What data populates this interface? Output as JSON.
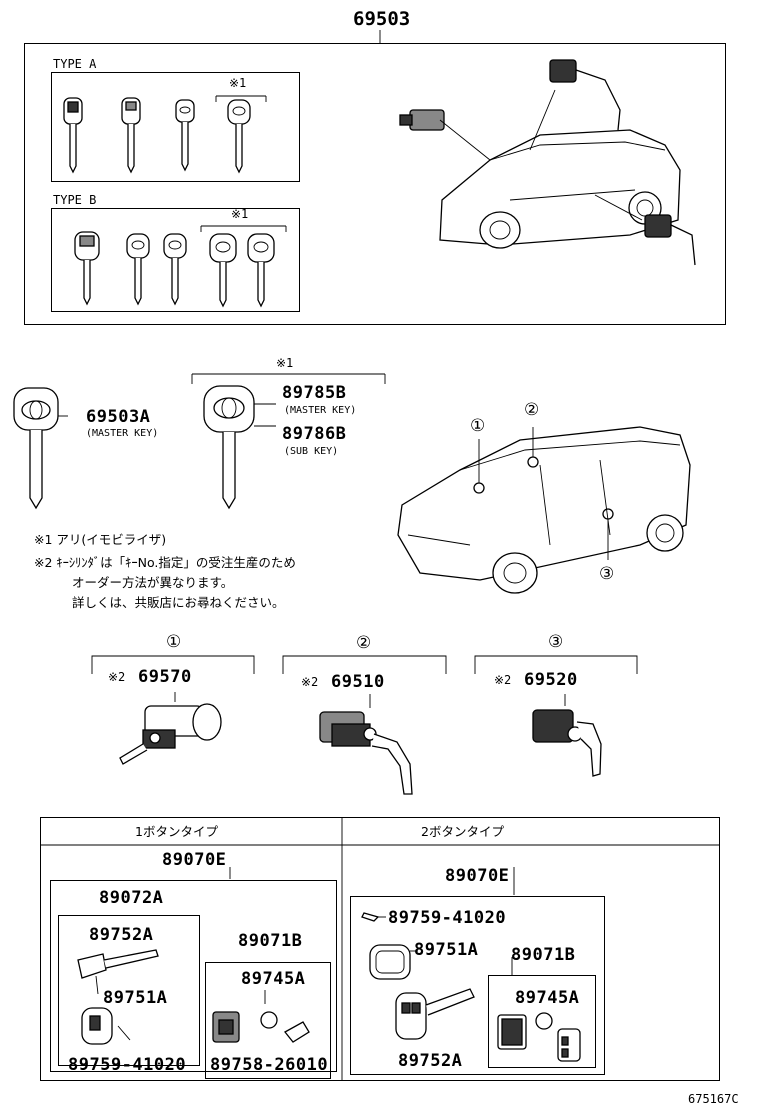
{
  "assembly": {
    "part_number": "69503",
    "type_a_label": "TYPE A",
    "type_b_label": "TYPE B",
    "type_a_mark": "※1",
    "type_b_mark": "※1"
  },
  "keys": {
    "mark": "※1",
    "master_key_a": {
      "part_number": "69503A",
      "label": "(MASTER KEY)"
    },
    "master_key_b": {
      "part_number": "89785B",
      "label": "(MASTER KEY)"
    },
    "sub_key": {
      "part_number": "89786B",
      "label": "(SUB KEY)"
    }
  },
  "notes": {
    "note1": "※1 アリ(イモビライザ)",
    "note2_line1": "※2 ｷｰｼﾘﾝﾀﾞは「ｷｰNo.指定」の受注生産のため",
    "note2_line2": "オーダー方法が異なります。",
    "note2_line3": "詳しくは、共販店にお尋ねください。"
  },
  "callouts": [
    "①",
    "②",
    "③"
  ],
  "cylinders": [
    {
      "ref": "①",
      "mark": "※2",
      "part_number": "69570"
    },
    {
      "ref": "②",
      "mark": "※2",
      "part_number": "69510"
    },
    {
      "ref": "③",
      "mark": "※2",
      "part_number": "69520"
    }
  ],
  "transmitter": {
    "one_button": {
      "title": "1ボタンタイプ",
      "set": "89070E",
      "sub_assy": "89072A",
      "key_blank": "89752A",
      "case": "89751A",
      "screw": "89759-41020",
      "module": "89071B",
      "battery_cover": "89745A",
      "battery": "89758-26010"
    },
    "two_button": {
      "title": "2ボタンタイプ",
      "set": "89070E",
      "screw": "89759-41020",
      "case": "89751A",
      "module": "89071B",
      "battery_cover": "89745A",
      "key_blank": "89752A"
    }
  },
  "figure_code": "675167C"
}
